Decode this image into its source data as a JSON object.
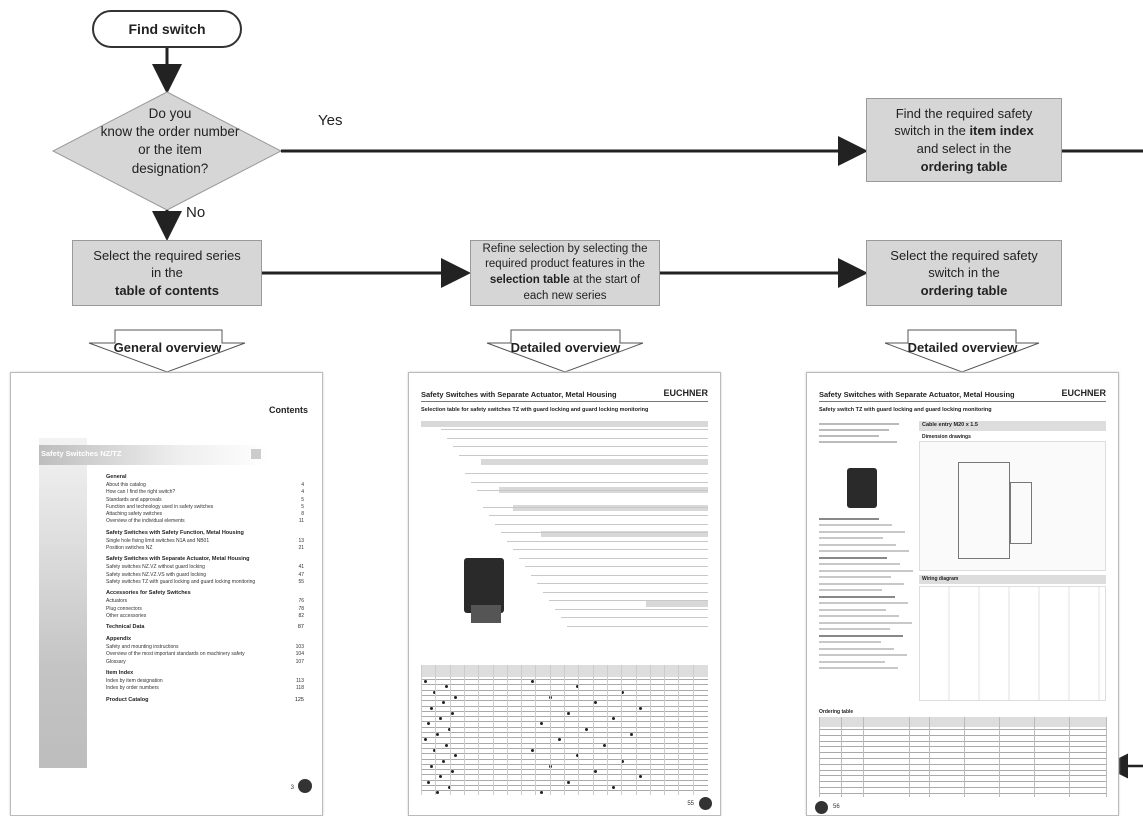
{
  "flow": {
    "start_label": "Find switch",
    "decision_lines": [
      "Do you",
      "know the order number",
      "or the item",
      "designation?"
    ],
    "yes_label": "Yes",
    "no_label": "No",
    "box_series": {
      "pre": "Select the required series",
      "mid": "in the",
      "bold": "table of contents"
    },
    "box_refine": {
      "pre": "Refine selection by selecting the required product features in the",
      "bold": "selection table",
      "post": "at the start of each new series"
    },
    "box_find": {
      "pre1": "Find the required safety switch in the",
      "bold1": "item index",
      "pre2": "and select in the",
      "bold2": "ordering table"
    },
    "box_select_switch": {
      "pre": "Select the required safety switch in the",
      "bold": "ordering table"
    },
    "overview_general": "General overview",
    "overview_detailed_1": "Detailed overview",
    "overview_detailed_2": "Detailed overview"
  },
  "page_contents": {
    "heading": "Contents",
    "band_title": "Safety Switches NZ/TZ",
    "sections": [
      {
        "title": "General",
        "rows": [
          [
            "About this catalog",
            "4"
          ],
          [
            "How can I find the right switch?",
            "4"
          ],
          [
            "Standards and approvals",
            "5"
          ],
          [
            "Function and technology used in safety switches",
            "5"
          ],
          [
            "Attaching safety switches",
            "8"
          ],
          [
            "Overview of the individual elements",
            "11"
          ]
        ]
      },
      {
        "title": "Safety Switches with Safety Function, Metal Housing",
        "rows": [
          [
            "Single hole fixing limit switches N1A and NB01",
            "13"
          ],
          [
            "Position switches NZ",
            "21"
          ]
        ]
      },
      {
        "title": "Safety Switches with Separate Actuator, Metal Housing",
        "rows": [
          [
            "Safety switches NZ.VZ without guard locking",
            "41"
          ],
          [
            "Safety switches NZ.VZ.VS with guard locking",
            "47"
          ],
          [
            "Safety switches TZ with guard locking and guard locking monitoring",
            "55"
          ]
        ]
      },
      {
        "title": "Accessories for Safety Switches",
        "rows": [
          [
            "Actuators",
            "76"
          ],
          [
            "Plug connectors",
            "78"
          ],
          [
            "Other accessories",
            "82"
          ]
        ]
      },
      {
        "title": "Technical Data",
        "rows": [
          [
            "",
            "87"
          ]
        ]
      },
      {
        "title": "Appendix",
        "rows": [
          [
            "Safety and mounting instructions",
            "103"
          ],
          [
            "Overview of the most important standards on machinery safety",
            "104"
          ],
          [
            "Glossary",
            "107"
          ]
        ]
      },
      {
        "title": "Item Index",
        "rows": [
          [
            "Index by item designation",
            "113"
          ],
          [
            "Index by order numbers",
            "118"
          ]
        ]
      },
      {
        "title": "Product Catalog",
        "rows": [
          [
            "",
            "125"
          ]
        ]
      }
    ],
    "page_number": "3"
  },
  "page_selection": {
    "header": "Safety Switches with Separate Actuator, Metal Housing",
    "brand": "EUCHNER",
    "subtitle": "Selection table for safety switches TZ with guard locking and guard locking monitoring",
    "page_number": "55"
  },
  "page_ordering": {
    "header": "Safety Switches with Separate Actuator, Metal Housing",
    "brand": "EUCHNER",
    "subtitle": "Safety switch TZ with guard locking and guard locking monitoring",
    "cable_entry": "Cable entry M20 x 1.5",
    "dim_title": "Dimension drawings",
    "wiring_title": "Wiring diagram",
    "ordering_title": "Ordering table",
    "page_number": "56"
  }
}
